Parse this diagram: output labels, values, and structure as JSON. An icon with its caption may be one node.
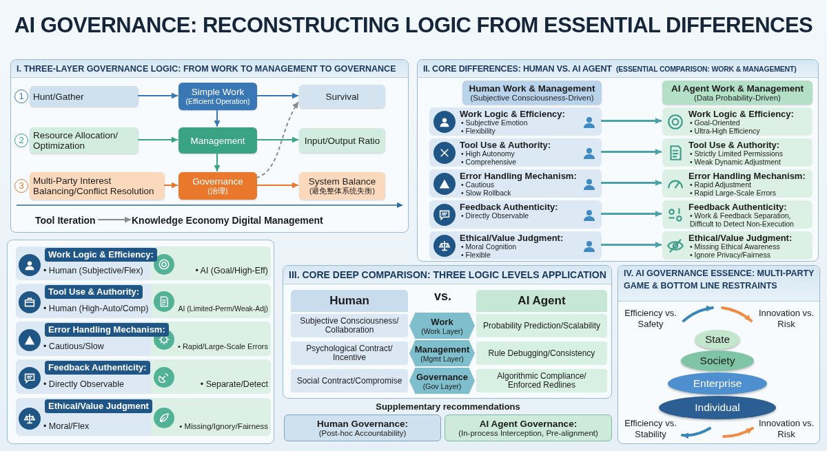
{
  "diagram": {
    "title": "AI GOVERNANCE: RECONSTRUCTING LOGIC FROM ESSENTIAL DIFFERENCES",
    "nodes": [
      {
        "text": [
          "I. THREE-LAYER GOVERNANCE LOGIC: FROM WORK TO MANAGEMENT TO GOVERNANCE"
        ]
      },
      {
        "text": [
          "Hunt/Gather"
        ],
        "in": 0,
        "beside": [
          "1"
        ]
      },
      {
        "text": [
          "Simple Work",
          "(Efficient Operation)"
        ],
        "in": 0
      },
      {
        "text": [
          "Survival"
        ],
        "in": 0
      },
      {
        "text": [
          "Resource Allocation/ Optimization"
        ],
        "in": 0,
        "beside": [
          "2"
        ]
      },
      {
        "text": [
          "Management"
        ],
        "in": 0
      },
      {
        "text": [
          "Input/Output Ratio"
        ],
        "in": 0
      },
      {
        "text": [
          "Multi-Party Interest Balancing/Conflict Resolution"
        ],
        "in": 0,
        "beside": [
          "3"
        ]
      },
      {
        "text": [
          "Governance",
          "(治理)"
        ],
        "in": 0
      },
      {
        "text": [
          "System Balance",
          "(避免整体系统失衡)"
        ],
        "in": 0
      },
      {
        "text": [
          "Tool Iteration"
        ],
        "in": 0
      },
      {
        "text": [
          "Knowledge Economy Digital Management"
        ],
        "in": 0
      },
      {
        "text": [
          "II. CORE DIFFERENCES: HUMAN VS. AI AGENT",
          "(ESSENTIAL COMPARISON: WORK & MANAGEMENT)"
        ]
      },
      {
        "text": [
          "Human Work & Management",
          "(Subjective Consciousness-Driven)"
        ],
        "in": 12
      },
      {
        "text": [
          "Work Logic & Efficiency:",
          "• Subjective Emotion",
          "• Flexibility"
        ],
        "in": 12
      },
      {
        "text": [
          "Tool Use & Authority:",
          "• High Autonomy",
          "• Comprehensive"
        ],
        "in": 12
      },
      {
        "text": [
          "Error Handling Mechanism:",
          "• Cautious",
          "• Slow Rollback"
        ],
        "in": 12
      },
      {
        "text": [
          "Feedback Authenticity:",
          "• Directly Observable"
        ],
        "in": 12
      },
      {
        "text": [
          "Ethical/Value Judgment:",
          "• Moral Cognition",
          "• Flexible"
        ],
        "in": 12
      },
      {
        "text": [
          "AI Agent Work & Management",
          "(Data Probability-Driven)"
        ],
        "in": 12
      },
      {
        "text": [
          "Work Logic & Efficiency:",
          "• Goal-Oriented",
          "• Ultra-High Efficiency"
        ],
        "in": 12
      },
      {
        "text": [
          "Tool Use & Authority:",
          "• Strictly Limited Permissions",
          "• Weak Dynamic Adjustment"
        ],
        "in": 12
      },
      {
        "text": [
          "Error Handling Mechanism:",
          "• Rapid Adjustment",
          "• Rapid Large-Scale Errors"
        ],
        "in": 12
      },
      {
        "text": [
          "Feedback Authenticity:",
          "• Work & Feedback Separation, Difficult to Detect Non-Execution"
        ],
        "in": 12
      },
      {
        "text": [
          "Ethical/Value Judgment:",
          "• Missing Ethical Awareness",
          "• Ignore Privacy/Fairness"
        ],
        "in": 12
      },
      {
        "text": [],
        "shape": "box"
      },
      {
        "text": [
          "Work Logic & Efficiency:",
          "• Human (Subjective/Flex)",
          "• AI (Goal/High-Eff)"
        ],
        "in": 25
      },
      {
        "text": [
          "Tool Use & Authority:",
          "• Human (High-Auto/Comp)",
          "AI (Limited-Perm/Weak-Adj)"
        ],
        "in": 25
      },
      {
        "text": [
          "Error Handling Mechanism:",
          "• Cautious/Slow",
          "• Rapid/Large-Scale Errors"
        ],
        "in": 25
      },
      {
        "text": [
          "Feedback Authenticity:",
          "• Directly Observable",
          "• Separate/Detect"
        ],
        "in": 25
      },
      {
        "text": [
          "Ethical/Value Judgment",
          "• Moral/Flex",
          "• Missing/Ignory/Fairness"
        ],
        "in": 25
      },
      {
        "text": [
          "III. CORE DEEP COMPARISON: THREE LOGIC LEVELS APPLICATION"
        ]
      },
      {
        "text": [
          "Human"
        ],
        "in": 31
      },
      {
        "text": [
          "AI Agent"
        ],
        "in": 31
      },
      {
        "text": [
          "Subjective Consciousness/ Collaboration"
        ],
        "in": 31
      },
      {
        "text": [
          "Work",
          "(Work Layer)"
        ],
        "in": 31
      },
      {
        "text": [
          "Probability Prediction/Scalability"
        ],
        "in": 31
      },
      {
        "text": [
          "Psychological Contract/ Incentive"
        ],
        "in": 31
      },
      {
        "text": [
          "Management",
          "(Mgmt Layer)"
        ],
        "in": 31
      },
      {
        "text": [
          "Rule Debugging/Consistency"
        ],
        "in": 31
      },
      {
        "text": [
          "Social Contract/Compromise"
        ],
        "in": 31
      },
      {
        "text": [
          "Governance",
          "(Gov Layer)"
        ],
        "in": 31
      },
      {
        "text": [
          "Algorithmic Compliance/ Enforced Redlines"
        ],
        "in": 31
      },
      {
        "text": [
          "Human Governance:",
          "(Post-hoc Accountability)"
        ]
      },
      {
        "text": [
          "AI Agent Governance:",
          "(In-process Interception, Pre-alignment)"
        ]
      },
      {
        "text": [
          "IV. AI GOVERNANCE ESSENCE: MULTI-PARTY GAME & BOTTOM LINE RESTRAINTS"
        ]
      },
      {
        "text": [
          "State"
        ],
        "in": 45
      },
      {
        "text": [
          "Society"
        ],
        "in": 45
      },
      {
        "text": [
          "Enterprise"
        ],
        "in": 45
      },
      {
        "text": [
          "Individual"
        ],
        "in": 45
      }
    ],
    "edges": [
      {
        "from": 1,
        "to": 2,
        "arrow": "to",
        "color": "#3a78b5"
      },
      {
        "from": 2,
        "to": 3,
        "arrow": "to",
        "color": "#3a78b5"
      },
      {
        "from": 2,
        "to": 5,
        "arrow": "to",
        "color": "#3a78b5"
      },
      {
        "from": 4,
        "to": 5,
        "arrow": "to",
        "color": "#3aa383"
      },
      {
        "from": 5,
        "to": 6,
        "arrow": "to",
        "color": "#3aa383"
      },
      {
        "from": 5,
        "to": 8,
        "arrow": "to",
        "color": "#3aa383"
      },
      {
        "from": 7,
        "to": 8,
        "arrow": "to",
        "color": "#e9782c"
      },
      {
        "from": 8,
        "to": 9,
        "arrow": "to",
        "color": "#e9782c"
      },
      {
        "from": 8,
        "to": 3,
        "arrow": "to",
        "style": "dashed",
        "color": "#8a8a8a"
      },
      {
        "from": 10,
        "to": 11,
        "arrow": "to",
        "color": "#8a8a8a"
      },
      {
        "from": 14,
        "to": 20,
        "arrow": "to"
      },
      {
        "from": 15,
        "to": 21,
        "arrow": "to"
      },
      {
        "from": 16,
        "to": 22,
        "arrow": "to"
      },
      {
        "from": 17,
        "to": 23,
        "arrow": "to"
      },
      {
        "from": 18,
        "to": 24,
        "arrow": "to"
      }
    ],
    "labels": [
      "vs.",
      "Supplementary recommendations",
      "Efficiency vs. Safety",
      "Innovation vs. Risk",
      "Efficiency vs. Stability",
      "Innovation vs. Risk"
    ]
  }
}
